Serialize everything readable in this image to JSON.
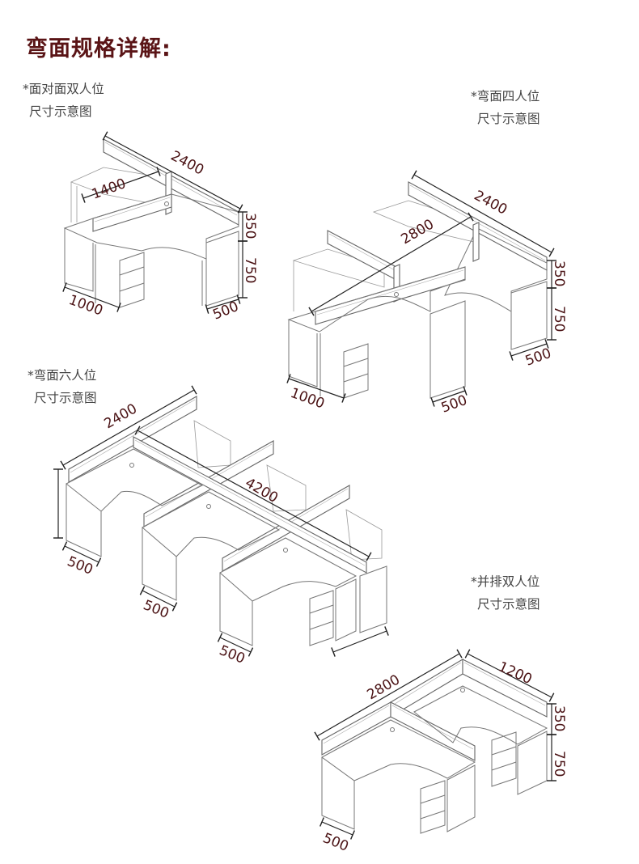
{
  "title": "弯面规格详解:",
  "sections": [
    {
      "name": "*面对面双人位",
      "sub": "尺寸示意图",
      "dims": [
        "2400",
        "1400",
        "350",
        "750",
        "1000",
        "500"
      ]
    },
    {
      "name": "*弯面四人位",
      "sub": "尺寸示意图",
      "dims": [
        "2400",
        "2800",
        "350",
        "750",
        "500",
        "1000",
        "500"
      ]
    },
    {
      "name": "*弯面六人位",
      "sub": "尺寸示意图",
      "dims": [
        "2400",
        "4200",
        "500",
        "500",
        "500"
      ]
    },
    {
      "name": "*并排双人位",
      "sub": "尺寸示意图",
      "dims": [
        "2800",
        "1200",
        "350",
        "750",
        "500"
      ]
    }
  ],
  "colors": {
    "title": "#5a1416",
    "dimension_text": "#4a1214",
    "caption": "#444444"
  }
}
